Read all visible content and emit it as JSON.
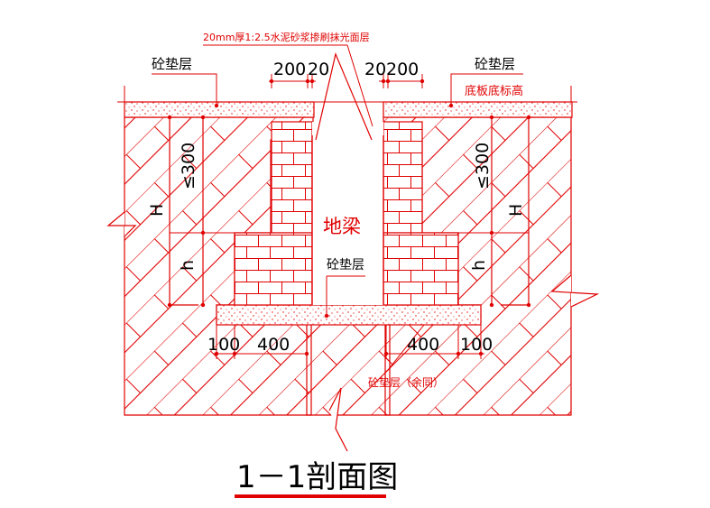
{
  "drawing": {
    "title": "1－1剖面图",
    "colors": {
      "line": "#e00000",
      "text": "#000000",
      "background": "#ffffff",
      "title": "#000000",
      "underline": "#e00000"
    },
    "labels": {
      "finish_note": "20mm厚1:2.5水泥砂浆掺刷抹光面层",
      "cushion_left": "砼垫层",
      "cushion_right": "砼垫层",
      "base_top_elevation": "底板底标高",
      "ground_beam": "地梁",
      "cushion_center": "砼垫层",
      "cushion_rest": "砼垫层（余同）"
    },
    "dimensions": {
      "top_left_a": "200",
      "top_left_b": "20",
      "top_right_a": "20",
      "top_right_b": "200",
      "bottom_left_a": "100",
      "bottom_left_b": "400",
      "bottom_right_a": "400",
      "bottom_right_b": "100",
      "height_limit_left": "≤300",
      "height_limit_right": "≤300",
      "H_left": "H",
      "h_left": "h",
      "H_right": "H",
      "h_right": "h"
    }
  }
}
